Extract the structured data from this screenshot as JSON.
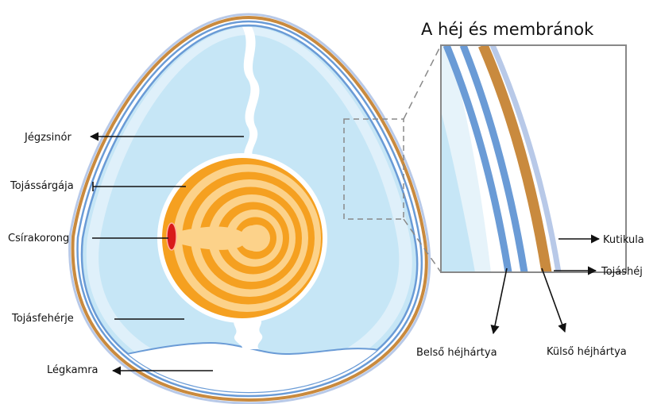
{
  "title": "A héj és membránok",
  "labels": {
    "chalaza": "Jégzsinór",
    "yolk": "Tojássárgája",
    "germinal_disc": "Csírakorong",
    "albumen": "Tojásfehérje",
    "air_cell": "Légkamra",
    "cuticle": "Kutikula",
    "shell": "Tojáshéj",
    "inner_membrane": "Belső héjhártya",
    "outer_membrane": "Külső héjhártya"
  },
  "colors": {
    "shell": "#c98a3e",
    "membrane": "#6a9bd6",
    "albumen": "#c6e6f6",
    "albumen_light": "#e4f3fb",
    "yolk": "#f5a020",
    "yolk_light": "#fcd28a",
    "germinal_disc": "#d91a1a",
    "cuticle": "#b8c9e8"
  }
}
